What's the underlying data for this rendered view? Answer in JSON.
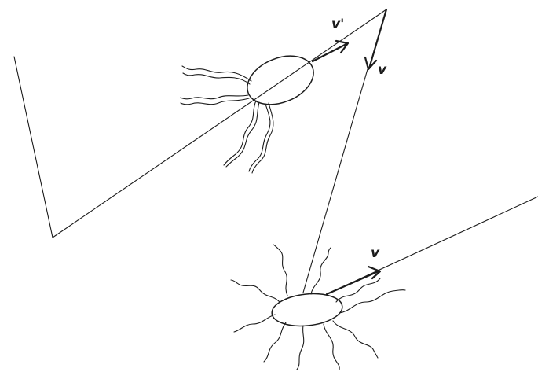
{
  "labels": {
    "v_prime": "v'",
    "v_top": "v",
    "v_bottom": "v"
  }
}
